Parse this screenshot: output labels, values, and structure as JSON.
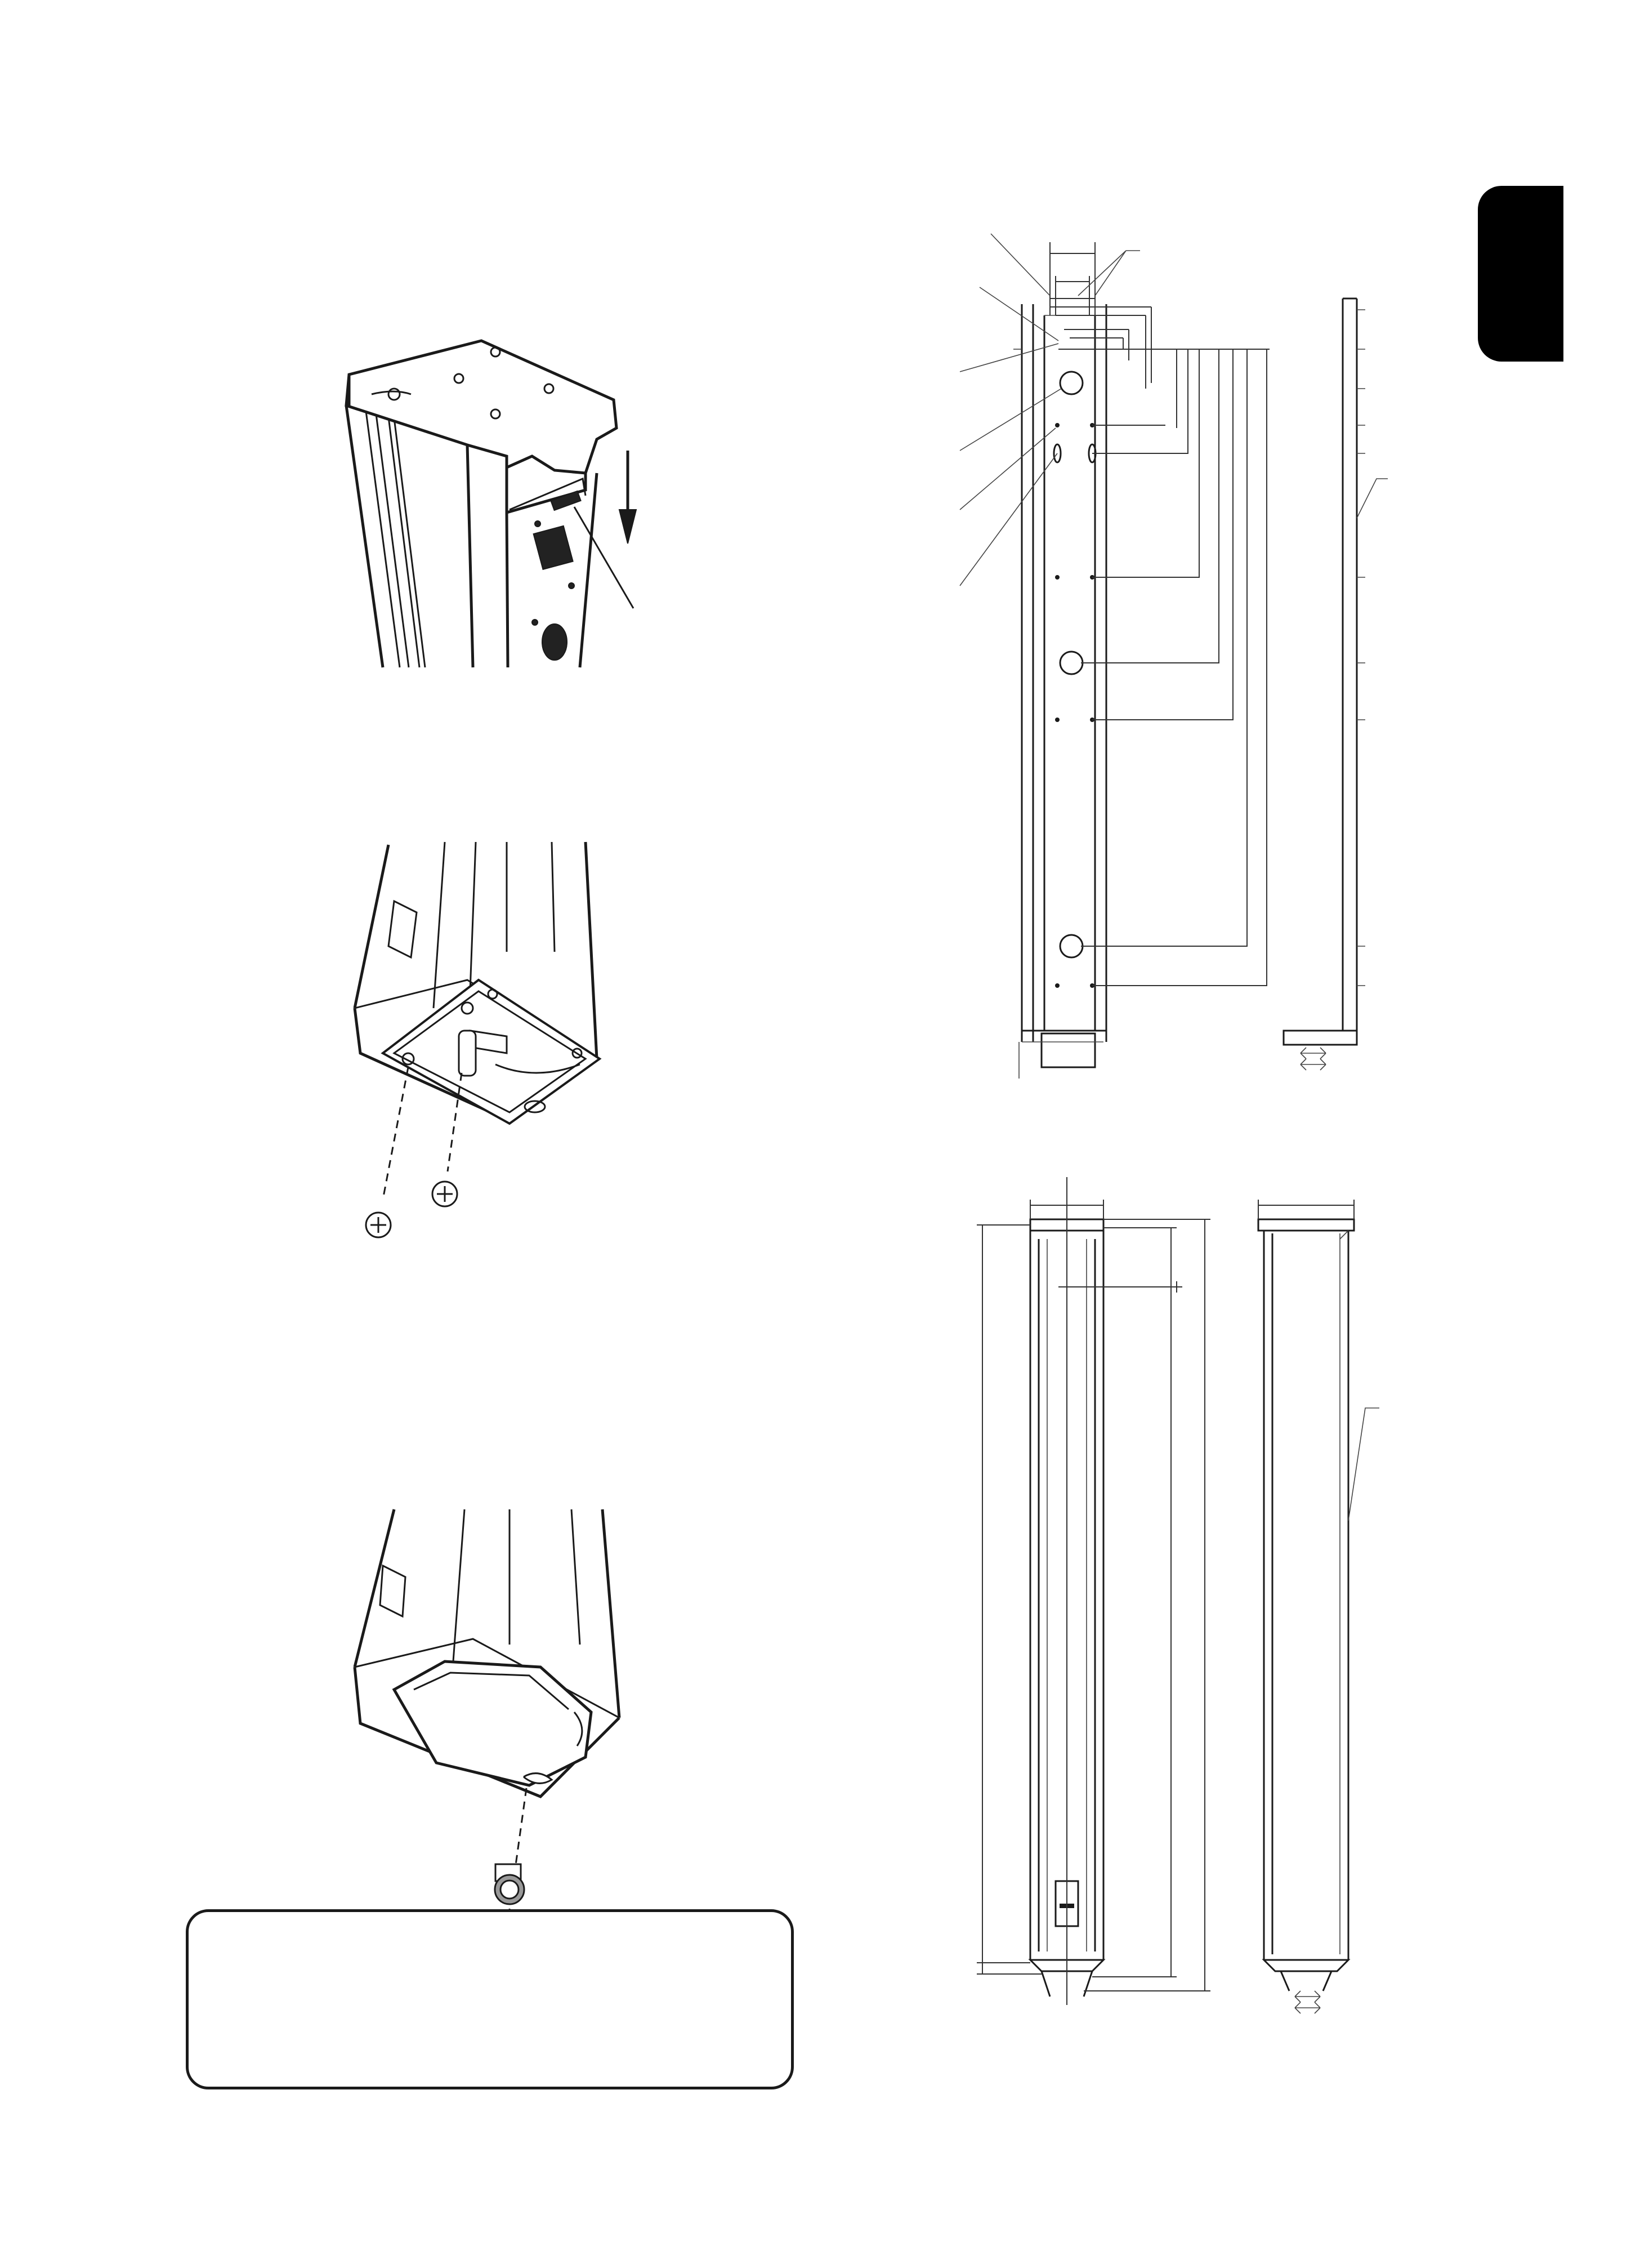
{
  "page": {
    "language_tab": {
      "color": "#000000"
    },
    "illustrations": [
      {
        "id": "step-1",
        "subject": "bracket-slide-on",
        "icon": "down-arrow-icon"
      },
      {
        "id": "step-2",
        "subject": "bracket-two-screws"
      },
      {
        "id": "step-3",
        "subject": "cover-one-screw"
      }
    ],
    "note_box": {
      "text": ""
    },
    "drawings": [
      {
        "id": "rear-and-side-view-with-holes"
      },
      {
        "id": "front-and-side-view"
      }
    ]
  }
}
